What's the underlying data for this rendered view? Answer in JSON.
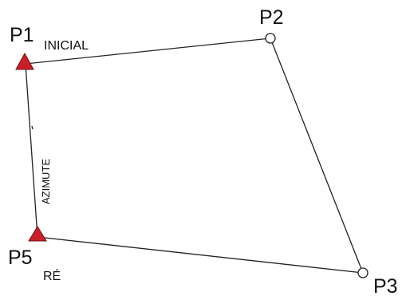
{
  "stations": {
    "p1": {
      "name": "P1",
      "subscript": "INICIAL",
      "marker": "triangle-icon"
    },
    "p2": {
      "name": "P2",
      "subscript": "",
      "marker": "circle-icon"
    },
    "p3": {
      "name": "P3",
      "subscript": "",
      "marker": "circle-icon"
    },
    "p5": {
      "name": "P5",
      "subscript": "RÉ",
      "marker": "triangle-icon"
    }
  },
  "edge_labels": {
    "azimute": "AZIMUTE"
  },
  "colors": {
    "triangle_marker": "#c8202a",
    "line": "#222222"
  }
}
